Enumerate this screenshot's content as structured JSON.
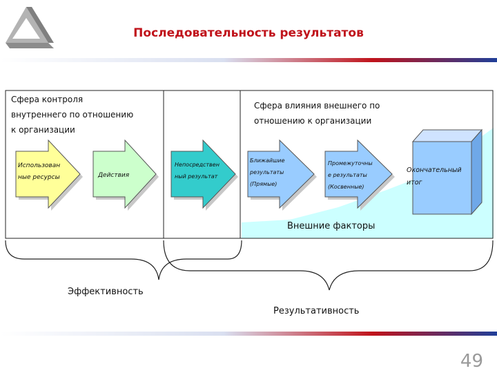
{
  "title": "Последовательность результатов",
  "internal_sphere": [
    "Сфера контроля",
    "внутреннего по отношению",
    "к  организации"
  ],
  "external_sphere": [
    "Сфера влияния внешнего по",
    "отношению к организации"
  ],
  "arrows": [
    {
      "lines": [
        "Использован",
        "ные ресурсы"
      ],
      "color": "#ffff99"
    },
    {
      "lines": [
        "Действия"
      ],
      "color": "#ccffcc"
    },
    {
      "lines": [
        "Непосредствен",
        "ный результат"
      ],
      "color": "#33cccc"
    },
    {
      "lines": [
        "Ближайшие",
        "результаты",
        "(Прямые)"
      ],
      "color": "#99ccff"
    },
    {
      "lines": [
        "Промежуточны",
        "е результаты",
        "(Косвенные)"
      ],
      "color": "#99ccff"
    }
  ],
  "final_outcome": [
    "Окончательный",
    "итог"
  ],
  "external_factors": "Внешние факторы",
  "efficiency": "Эффективность",
  "effectiveness": "Результативность",
  "page_number": "49",
  "colors": {
    "title": "#c0131b",
    "external_area": "#ccffff",
    "cube": "#99ccff",
    "stripe_red": "#c0131b",
    "stripe_blue": "#1f3f99"
  }
}
